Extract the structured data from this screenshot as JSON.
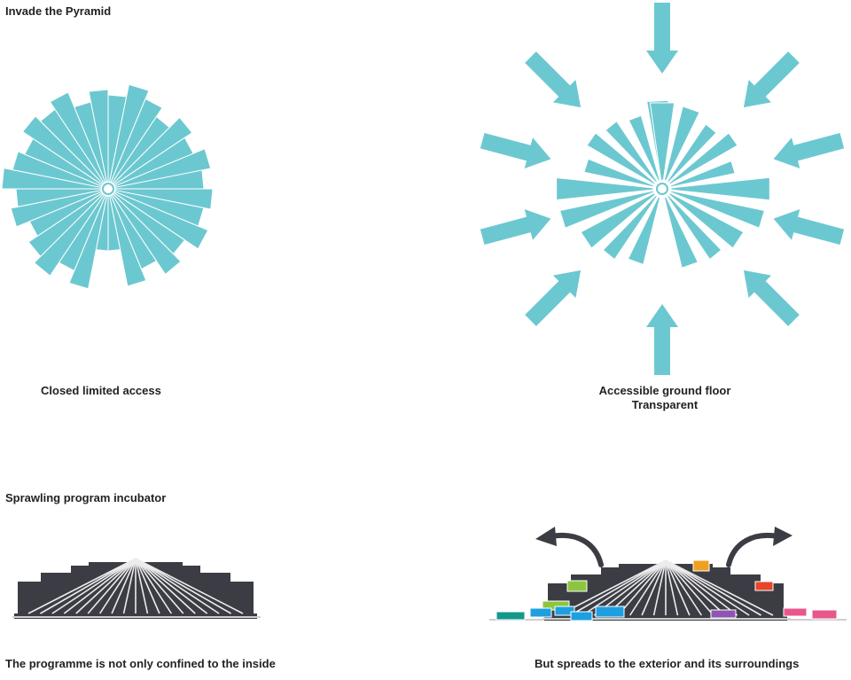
{
  "sections": {
    "top_title": "Invade the Pyramid",
    "bottom_title": "Sprawling program incubator"
  },
  "captions": {
    "closed": "Closed limited access",
    "accessible_line1": "Accessible ground floor",
    "accessible_line2": "Transparent",
    "confined": "The programme is not only confined to the inside",
    "spreads": "But spreads to the exterior and its surroundings"
  },
  "colors": {
    "teal": "#6cc8d0",
    "dark": "#3c3d44",
    "line": "#ffffff",
    "ground": "#cfcfcf",
    "arrow_dark": "#3c3d44",
    "program_green": "#8cc63f",
    "program_blue": "#1ea0e0",
    "program_teal": "#13988a",
    "program_orange": "#f0a020",
    "program_red": "#e8452a",
    "program_purple": "#8e55b2",
    "program_pink": "#e8578c"
  },
  "icons": {
    "invade_arrow": "arrow-icon",
    "spread_arrow": "curved-arrow-icon"
  }
}
